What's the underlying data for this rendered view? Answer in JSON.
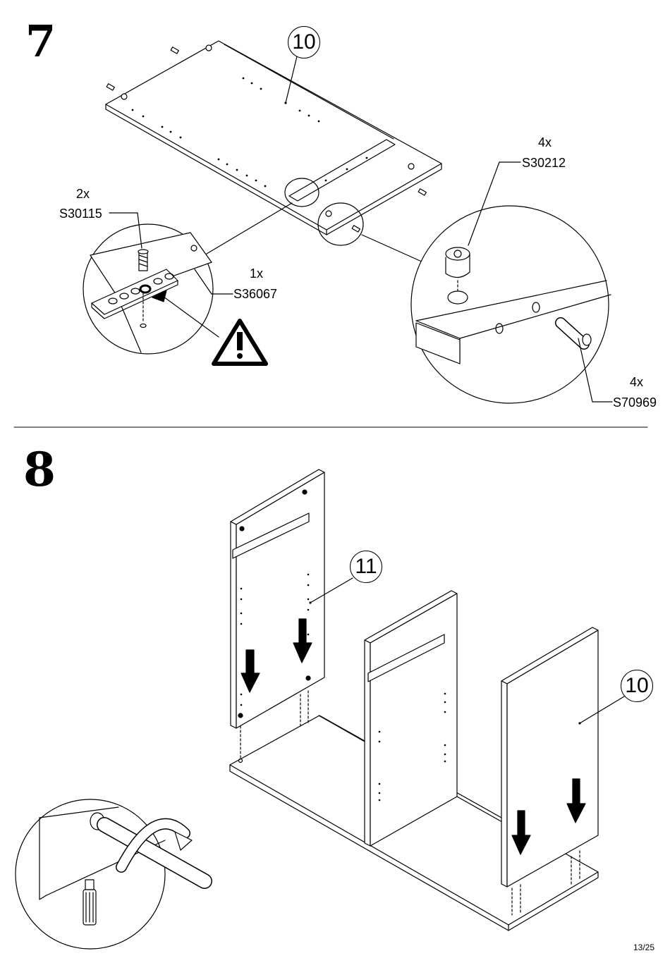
{
  "page": {
    "number": "13/25"
  },
  "step7": {
    "number": "7",
    "panel_id": "10",
    "callouts": [
      {
        "qty": "2x",
        "code": "S30115"
      },
      {
        "qty": "1x",
        "code": "S36067"
      },
      {
        "qty": "4x",
        "code": "S30212"
      },
      {
        "qty": "4x",
        "code": "S70969"
      }
    ],
    "warning_icon": "warning-triangle-icon"
  },
  "step8": {
    "number": "8",
    "panel_ids": [
      "11",
      "10"
    ],
    "tool_icon": "screwdriver-icon"
  }
}
